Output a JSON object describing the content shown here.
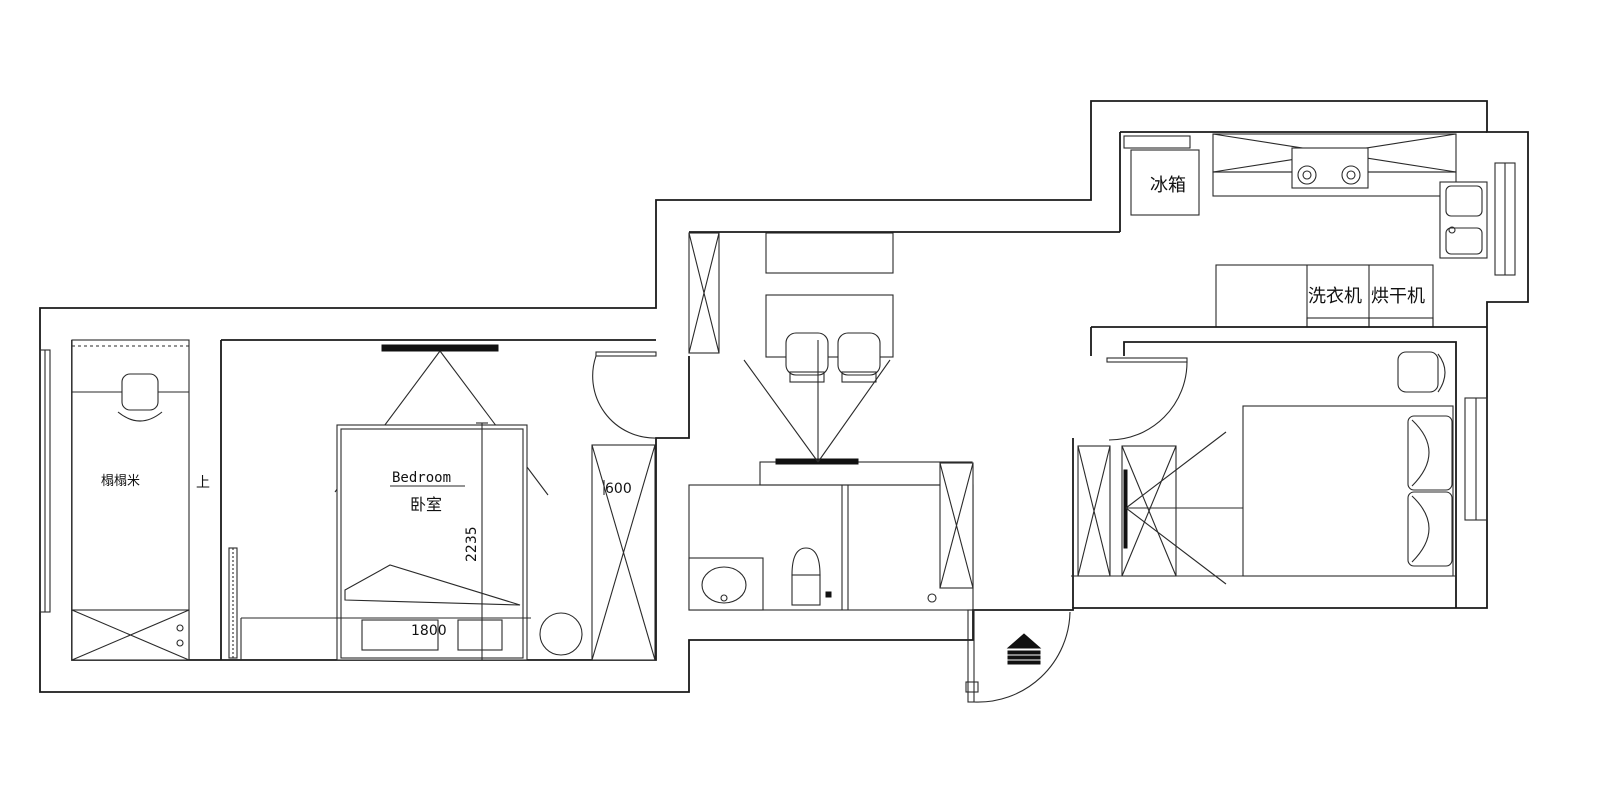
{
  "labels": {
    "fridge": "冰箱",
    "washer": "洗衣机",
    "dryer": "烘干机",
    "tatami": "榻榻米",
    "up": "上",
    "bedroom_en": "Bedroom",
    "bedroom_cn": "卧室"
  },
  "dimensions": {
    "bed_length": "2235",
    "bed_width": "1800",
    "wardrobe_depth": "600"
  },
  "colors": {
    "line": "#1a1a1a",
    "background": "#ffffff"
  },
  "icons": [
    "entrance-arrow-icon",
    "stove-icon",
    "sink-icon",
    "toilet-icon",
    "washbasin-icon",
    "chair-icon",
    "ceiling-lamp-icon"
  ]
}
